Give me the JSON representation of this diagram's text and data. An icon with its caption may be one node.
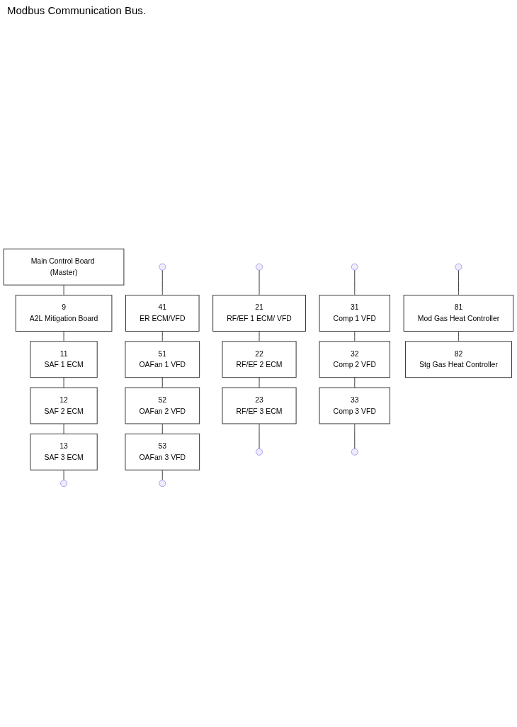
{
  "diagram": {
    "nodes": [
      {
        "text": [
          "Main Control Board (Master)"
        ]
      },
      {
        "text": [
          "9",
          "A2L Mitigation Board"
        ]
      },
      {
        "text": [
          "11",
          "SAF 1 ECM"
        ]
      },
      {
        "text": [
          "12",
          "SAF 2 ECM"
        ]
      },
      {
        "text": [
          "13",
          "SAF 3 ECM"
        ]
      },
      {
        "text": [
          "21",
          "RF/EF 1 ECM/ VFD"
        ]
      },
      {
        "text": [
          "22",
          "RF/EF 2 ECM"
        ]
      },
      {
        "text": [
          "23",
          "RF/EF 3 ECM"
        ]
      },
      {
        "text": [
          "31",
          "Comp 1 VFD"
        ]
      },
      {
        "text": [
          "32",
          "Comp 2 VFD"
        ]
      },
      {
        "text": [
          "33",
          "Comp 3 VFD"
        ]
      },
      {
        "text": [
          "41",
          "ER ECM/VFD"
        ]
      },
      {
        "text": [
          "51",
          "OAFan 1 VFD"
        ]
      },
      {
        "text": [
          "52",
          "OAFan 2 VFD"
        ]
      },
      {
        "text": [
          "53",
          "OAFan 3 VFD"
        ]
      },
      {
        "text": [
          "81",
          "Mod Gas Heat Controller"
        ]
      },
      {
        "text": [
          "82",
          "Stg Gas Heat Controller"
        ]
      }
    ],
    "edges": [
      {
        "from": 0,
        "to": 1,
        "arrow": "none"
      },
      {
        "from": 1,
        "to": 2,
        "arrow": "none"
      },
      {
        "from": 2,
        "to": 3,
        "arrow": "none"
      },
      {
        "from": 3,
        "to": 4,
        "arrow": "none"
      },
      {
        "from": 4,
        "to": null,
        "arrow": "none"
      },
      {
        "from": null,
        "to": 5,
        "arrow": "none"
      },
      {
        "from": 5,
        "to": 6,
        "arrow": "none"
      },
      {
        "from": 6,
        "to": 7,
        "arrow": "none"
      },
      {
        "from": 7,
        "to": null,
        "arrow": "none"
      },
      {
        "from": null,
        "to": 8,
        "arrow": "none"
      },
      {
        "from": 8,
        "to": 9,
        "arrow": "none"
      },
      {
        "from": 9,
        "to": 10,
        "arrow": "none"
      },
      {
        "from": 10,
        "to": null,
        "arrow": "none"
      },
      {
        "from": null,
        "to": 11,
        "arrow": "none"
      },
      {
        "from": 11,
        "to": 12,
        "arrow": "none"
      },
      {
        "from": 12,
        "to": 13,
        "arrow": "none"
      },
      {
        "from": 13,
        "to": 14,
        "arrow": "none"
      },
      {
        "from": 14,
        "to": null,
        "arrow": "none"
      },
      {
        "from": null,
        "to": 15,
        "arrow": "none"
      },
      {
        "from": 15,
        "to": 16,
        "arrow": "none"
      }
    ],
    "labels": [
      "Modbus Communication Bus."
    ]
  }
}
